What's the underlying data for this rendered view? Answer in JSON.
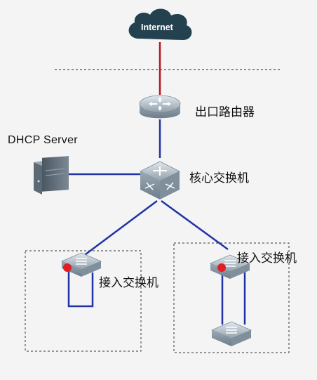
{
  "internet_label": "Internet",
  "devices": {
    "router": {
      "label": "出口路由器"
    },
    "core_switch": {
      "label": "核心交换机"
    },
    "dhcp_server": {
      "label": "DHCP Server"
    },
    "access_switch_left": {
      "label": "接入交换机"
    },
    "access_switch_right": {
      "label": "接入交换机"
    }
  },
  "colors": {
    "uplink": "#b3171e",
    "link": "#1f33a6",
    "cloud": "#23414f",
    "device": "#a9b7c2",
    "loop_marker": "#e41c23"
  },
  "icons": {
    "cloud": "cloud-icon",
    "router": "router-icon",
    "core_switch": "layer3-switch-icon",
    "server": "server-tower-icon",
    "access_switch": "access-switch-icon"
  }
}
